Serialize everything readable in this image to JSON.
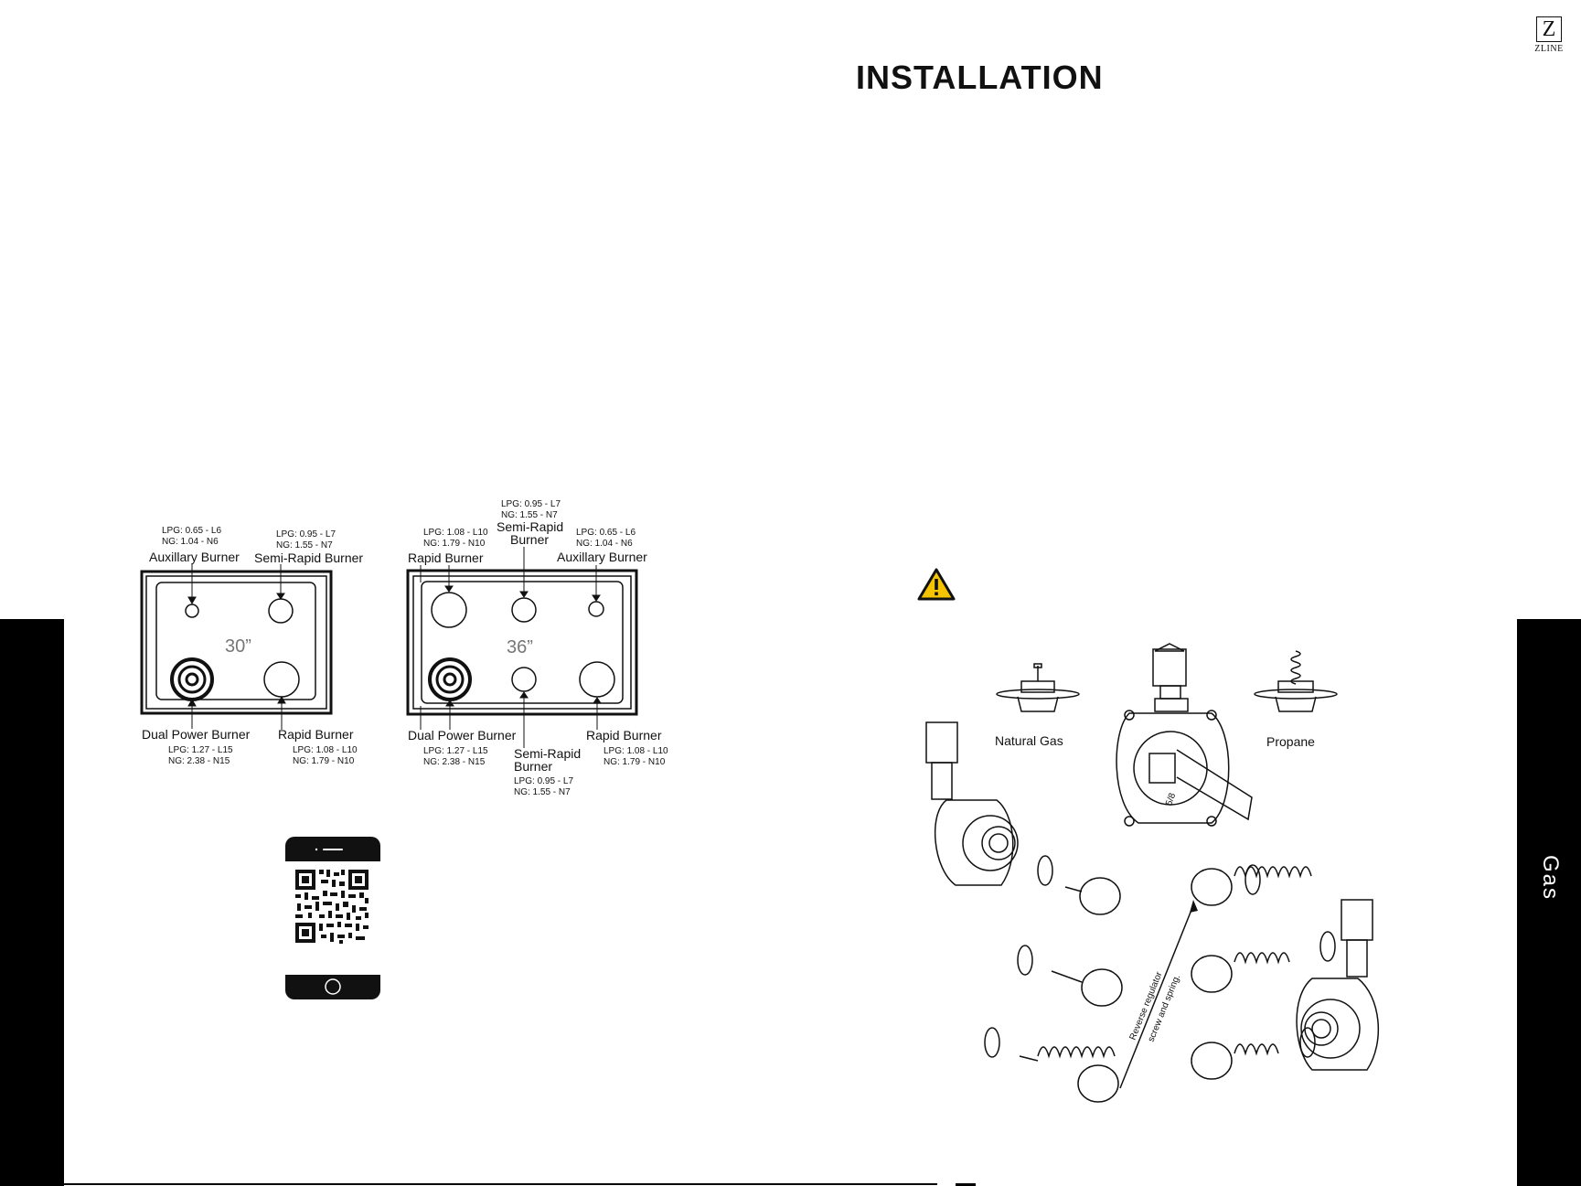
{
  "header": {
    "title": "INSTALLATION",
    "logo_letter": "Z",
    "logo_word": "ZLINE"
  },
  "side_tab": {
    "label": "Gas"
  },
  "diagram30": {
    "size": "30”",
    "auxiliary": {
      "name": "Auxillary Burner",
      "lpg": "LPG: 0.65 - L6",
      "ng": "NG: 1.04 - N6"
    },
    "semi_rapid": {
      "name": "Semi-Rapid Burner",
      "lpg": "LPG: 0.95 - L7",
      "ng": "NG: 1.55 - N7"
    },
    "dual": {
      "name": "Dual Power Burner",
      "lpg": "LPG: 1.27 - L15",
      "ng": "NG: 2.38 - N15"
    },
    "rapid": {
      "name": "Rapid Burner",
      "lpg": "LPG: 1.08 - L10",
      "ng": "NG: 1.79 - N10"
    }
  },
  "diagram36": {
    "size": "36”",
    "rapid_top": {
      "name": "Rapid Burner",
      "lpg": "LPG: 1.08 - L10",
      "ng": "NG: 1.79 - N10"
    },
    "semi_top": {
      "name1": "Semi-Rapid",
      "name2": "Burner",
      "lpg": "LPG: 0.95 - L7",
      "ng": "NG: 1.55 - N7"
    },
    "auxiliary": {
      "name": "Auxillary Burner",
      "lpg": "LPG: 0.65 - L6",
      "ng": "NG: 1.04 - N6"
    },
    "dual": {
      "name": "Dual Power Burner",
      "lpg": "LPG: 1.27 - L15",
      "ng": "NG: 2.38 - N15"
    },
    "semi_bottom": {
      "name1": "Semi-Rapid",
      "name2": "Burner",
      "lpg": "LPG: 0.95 - L7",
      "ng": "NG: 1.55 - N7"
    },
    "rapid_bottom": {
      "name": "Rapid Burner",
      "lpg": "LPG: 1.08 - L10",
      "ng": "NG: 1.79 - N10"
    }
  },
  "regulator": {
    "natural_gas": "Natural Gas",
    "propane": "Propane",
    "fitting": "5/8",
    "reverse_note_1": "Reverse regulator",
    "reverse_note_2": "screw and spring."
  },
  "icons": [
    "warning-icon",
    "qr-code-phone-icon",
    "zline-logo"
  ]
}
